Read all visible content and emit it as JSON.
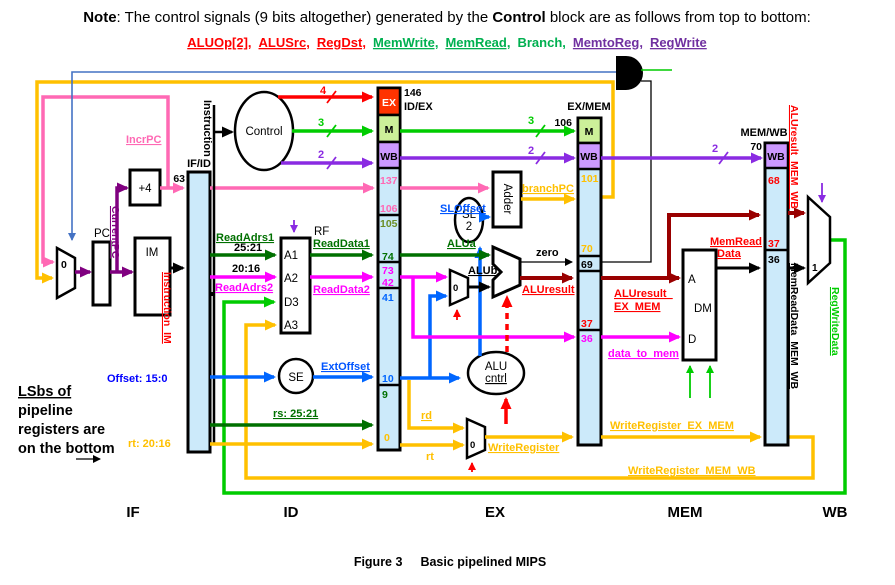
{
  "colors": {
    "pink": "#FF69B4",
    "gold": "#FFC000",
    "violet": "#8A2BE2",
    "purple": "#800080",
    "magenta": "#FF00FF",
    "dark_green": "#007000",
    "bright_green": "#00CC00",
    "blue": "#0066FF",
    "pale_blue": "#4472C4",
    "red": "#FF0000",
    "dark_red": "#990000",
    "register_fill": "#CCEAFA",
    "ex_fill": "#FF3300",
    "m_fill": "#CCF099",
    "wb_fill": "#CC99FF",
    "olive": "#6B8E23",
    "signal_green": "#00B050",
    "signal_purple": "#7030A0"
  },
  "note": {
    "bold1": "Note",
    "mid": ": The control signals (9 bits altogether) generated by the ",
    "bold2": "Control",
    "tail": " block are as follows from top to bottom:"
  },
  "signals": [
    {
      "label": "ALUOp[2],",
      "color": "#FF0000"
    },
    {
      "label": "ALUSrc,",
      "color": "#FF0000"
    },
    {
      "label": "RegDst,",
      "color": "#FF0000"
    },
    {
      "label": "MemWrite,",
      "color": "#00B050"
    },
    {
      "label": "MemRead,",
      "color": "#00B050"
    },
    {
      "label": "Branch,",
      "color": "#00B050"
    },
    {
      "label": "MemtoReg,",
      "color": "#7030A0"
    },
    {
      "label": "RegWrite",
      "color": "#7030A0"
    }
  ],
  "stages": {
    "if": "IF",
    "id": "ID",
    "ex": "EX",
    "mem": "MEM",
    "wb": "WB"
  },
  "caption": {
    "fig": "Figure 3",
    "title": "Basic pipelined MIPS"
  },
  "lsbs": {
    "l1": "LSbs of",
    "l2": "pipeline",
    "l3": "registers are",
    "l4": "on the bottom"
  },
  "widths": {
    "w4": "4",
    "w3": "3",
    "w2": "2"
  },
  "blocks": {
    "pc": "PC",
    "plus4": "+4",
    "im": "IM",
    "control": "Control",
    "rf": "RF",
    "a1": "A1",
    "a2": "A2",
    "d3": "D3",
    "a3": "A3",
    "se": "SE",
    "sl2a": "SL",
    "sl2b": "2",
    "adder": "Adder",
    "alu_cntrl_1": "ALU",
    "alu_cntrl_2": "cntrl",
    "dm": "DM",
    "dm_a": "A",
    "dm_d": "D",
    "mux_left0": "0",
    "mux_alub0": "0",
    "mux_wreg0": "0",
    "mux_wb1": "1"
  },
  "regs": {
    "ifid": {
      "title": "IF/ID",
      "msb": "63"
    },
    "idex": {
      "title": "ID/EX",
      "msb": "146",
      "ex": "EX",
      "m": "M",
      "wb": "WB",
      "n137": "137",
      "n106": "106",
      "n105": "105",
      "n74": "74",
      "n73": "73",
      "n42": "42",
      "n41": "41",
      "n10": "10",
      "n9": "9",
      "n0": "0"
    },
    "exmem": {
      "title": "EX/MEM",
      "msb": "106",
      "m": "M",
      "wb": "WB",
      "n101": "101",
      "n70": "70",
      "n69": "69",
      "n37": "37",
      "n36": "36"
    },
    "memwb": {
      "title": "MEM/WB",
      "msb": "70",
      "wb": "WB",
      "n68": "68",
      "n37": "37",
      "n36": "36"
    }
  },
  "labels": {
    "incrpc": "IncrPC",
    "currentpc": "CurrentPC",
    "instruction": "Instruction",
    "instruction_im": "Instruction_IM",
    "readadrs1": "ReadAdrs1",
    "b2521": "25:21",
    "b2016": "20:16",
    "readadrs2": "ReadAdrs2",
    "readdata1": "ReadData1",
    "readdata2": "ReadData2",
    "offset": "Offset: 15:0",
    "extoffset": "ExtOffset",
    "sloffset": "SLOffset",
    "branchpc": "branchPC",
    "alua": "ALUa",
    "alub": "ALUb",
    "zero": "zero",
    "aluresult": "ALUresult",
    "rs": "rs: 25:21",
    "rtbits": "rt: 20:16",
    "rd": "rd",
    "rt": "rt",
    "writeregister": "WriteRegister",
    "wr_exmem": "WriteRegister_EX_MEM",
    "wr_memwb": "WriteRegister_MEM_WB",
    "alures_exmem1": "ALUresult_",
    "alures_exmem2": "EX_MEM",
    "data_to_mem": "data_to_mem",
    "memread1": "MemRead",
    "memread2": "Data",
    "alures_memwb": "ALUresult_MEM_WB",
    "memreaddata": "MemReadData_MEM_WB",
    "regwritedata": "RegWriteData"
  }
}
